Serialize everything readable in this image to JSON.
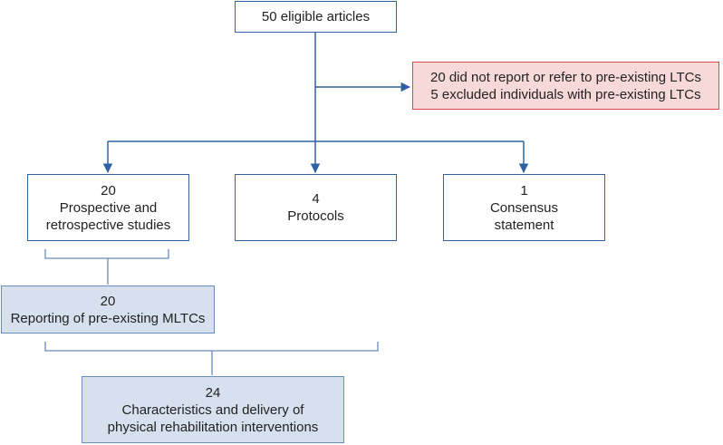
{
  "diagram": {
    "top": {
      "text": "50 eligible articles"
    },
    "excluded": {
      "line1": "20 did not report or refer to pre-existing LTCs",
      "line2": "5 excluded individuals with pre-existing LTCs"
    },
    "studies": {
      "count": "20",
      "line1": "Prospective and",
      "line2": "retrospective studies"
    },
    "protocols": {
      "count": "4",
      "label": "Protocols"
    },
    "consensus": {
      "count": "1",
      "line1": "Consensus",
      "line2": "statement"
    },
    "reporting": {
      "count": "20",
      "label": "Reporting of pre-existing MLTCs"
    },
    "interventions": {
      "count": "24",
      "line1": "Characteristics and delivery of",
      "line2": "physical rehabilitation interventions"
    }
  },
  "colors": {
    "connector": "#2e62a3",
    "bracket": "#6a8cc0",
    "exclusion_fill": "#f8d9da",
    "exclusion_border": "#d9474f",
    "result_fill": "#d7e0ee"
  }
}
